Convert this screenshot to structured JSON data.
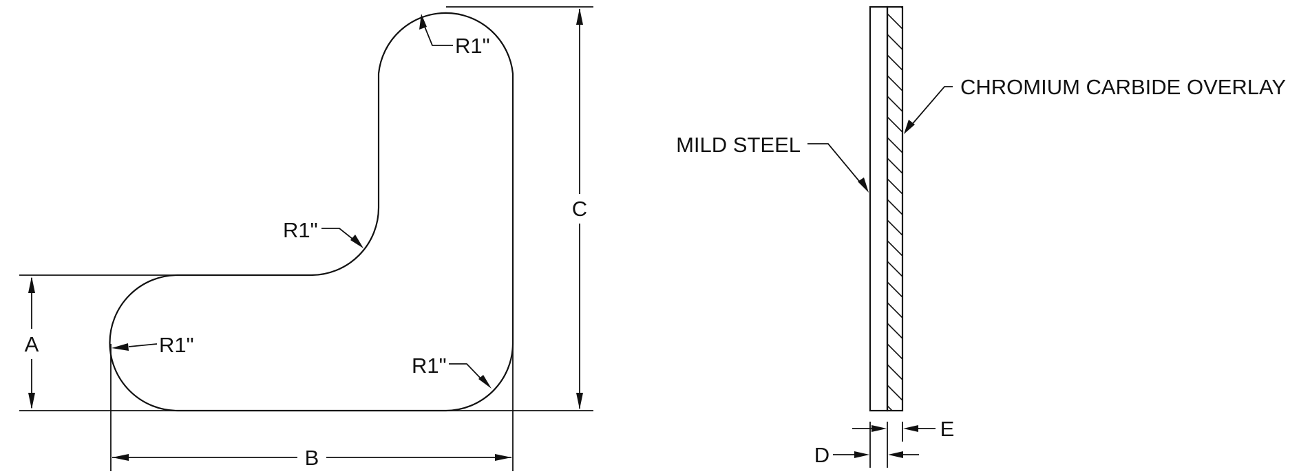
{
  "part_view": {
    "radius_labels": [
      "R1\"",
      "R1\"",
      "R1\"",
      "R1\""
    ],
    "dimensions": {
      "a": "A",
      "b": "B",
      "c": "C"
    }
  },
  "section_view": {
    "overlay_label": "CHROMIUM CARBIDE OVERLAY",
    "base_label": "MILD STEEL",
    "dimensions": {
      "d": "D",
      "e": "E"
    }
  }
}
